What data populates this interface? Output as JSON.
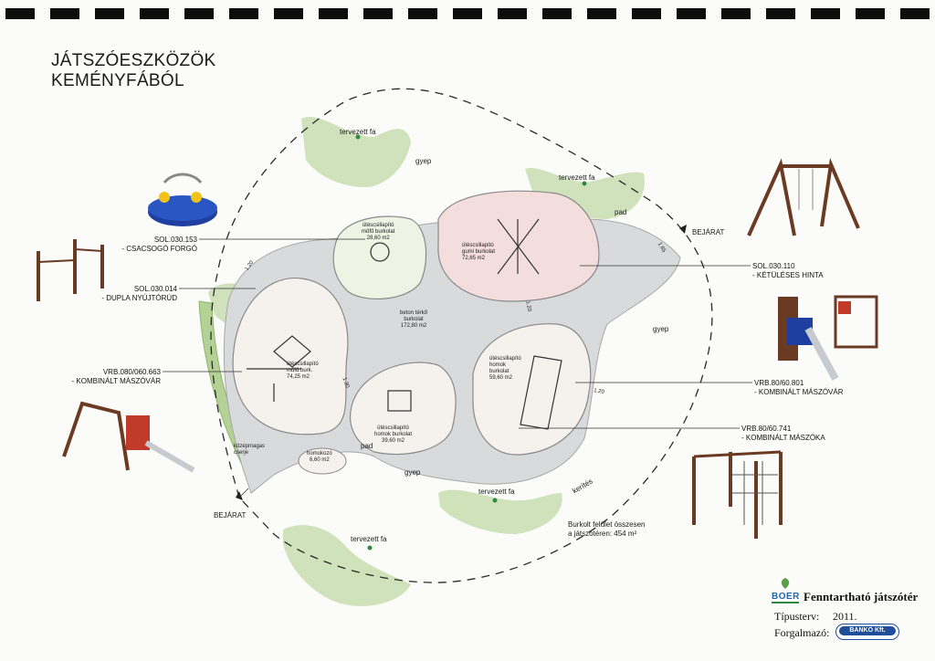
{
  "title_lines": [
    "JÁTSZÓESZKÖZÖK",
    "KEMÉNYFÁBÓL"
  ],
  "plan_labels": {
    "tree_top": "tervezett fa",
    "lawn_top": "gyep",
    "tree_right": "tervezett fa",
    "pad_right": "pad",
    "entrance_right": "BEJÁRAT",
    "dim_165": "1.65",
    "dim_120_a": "1.20",
    "dim_120_b": "1.20",
    "dim_120_c": "1.20",
    "dim_130": "1.30",
    "lawn_right": "gyep",
    "lawn_bottom": "gyep",
    "tree_bottom": "tervezett fa",
    "tree_bottom_left": "tervezett fa",
    "fence": "kerítés",
    "entrance_left": "BEJÁRAT",
    "hedge": [
      "középmagas",
      "cserje"
    ],
    "sandbox": [
      "homokozó",
      "6,60 m2"
    ],
    "pad_bottom": "pad",
    "paving": [
      "beton térkő",
      "burkolat",
      "172,80 m2"
    ],
    "zone_top": [
      "ütéscsillapító",
      "műfű burkolat",
      "28,60 m2"
    ],
    "zone_right": [
      "ütéscsillapító",
      "gumi burkolat",
      "72,65 m2"
    ],
    "zone_left": [
      "ütéscsillapító",
      "műfű burk.",
      "74,25 m2"
    ],
    "zone_sand_mid": [
      "ütéscsillapító",
      "homok burkolat",
      "39,60 m2"
    ],
    "zone_sand_right": [
      "ütéscsillapító",
      "homok",
      "burkolat",
      "59,60 m2"
    ]
  },
  "equipment": {
    "sol030153": {
      "code": "SOL.030.153",
      "name": "- CSACSOGÓ FORGÓ"
    },
    "sol030014": {
      "code": "SOL.030.014",
      "name": "- DUPLA NYÚJTÓRÚD"
    },
    "vrb080060663": {
      "code": "VRB.080/060.663",
      "name": "- KOMBINÁLT MÁSZÓVÁR"
    },
    "sol030110": {
      "code": "SOL.030.110",
      "name": "- KÉTÜLÉSES HINTA"
    },
    "vrb80601801": {
      "code": "VRB.80/60.801",
      "name": "- KOMBINÁLT MÁSZÓVÁR"
    },
    "vrb8060741": {
      "code": "VRB.80/60.741",
      "name": "- KOMBINÁLT MÁSZÓKA"
    }
  },
  "surface_note": [
    "Burkolt felület összesen",
    "a játszótéren: 454 m²"
  ],
  "brand": {
    "logo": "BOER",
    "name": "Fenntartható játszótér",
    "type_label": "Típusterv:",
    "type_value": "2011.",
    "dist_label": "Forgalmazó:",
    "dist_badge": "BANKÓ Kft."
  },
  "colors": {
    "vegetation": "#b9d39b",
    "paving": "#d9dadb",
    "soft_zone": "#f5f1ec",
    "rubber": "#f3dedd",
    "wood": "#6a3a22",
    "slide": "#c7cbcf"
  }
}
